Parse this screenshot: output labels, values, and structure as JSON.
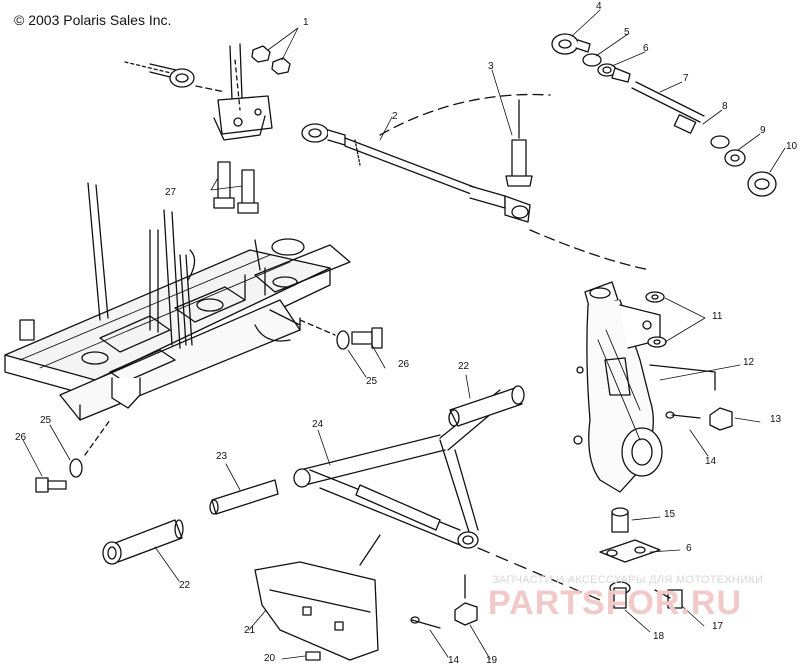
{
  "copyright": "© 2003 Polaris Sales Inc.",
  "watermark": {
    "caption": "ЗАПЧАСТИ И АКСЕССУАРЫ ДЛЯ МОТОТЕХНИКИ",
    "logo": "PARTSFOR.RU",
    "color": "#e08a8a"
  },
  "callouts": {
    "c1": "1",
    "c2": "2",
    "c3": "3",
    "c4": "4",
    "c5": "5",
    "c6a": "6",
    "c7": "7",
    "c8": "8",
    "c9": "9",
    "c10": "10",
    "c11": "11",
    "c12": "12",
    "c13": "13",
    "c14a": "14",
    "c15": "15",
    "c6b": "6",
    "c17": "17",
    "c18": "18",
    "c22a": "22",
    "c24": "24",
    "c23": "23",
    "c26a": "26",
    "c25a": "25",
    "c25b": "25",
    "c26b": "26",
    "c27": "27",
    "c22b": "22",
    "c21": "21",
    "c20": "20",
    "c14b": "14",
    "c19": "19"
  }
}
